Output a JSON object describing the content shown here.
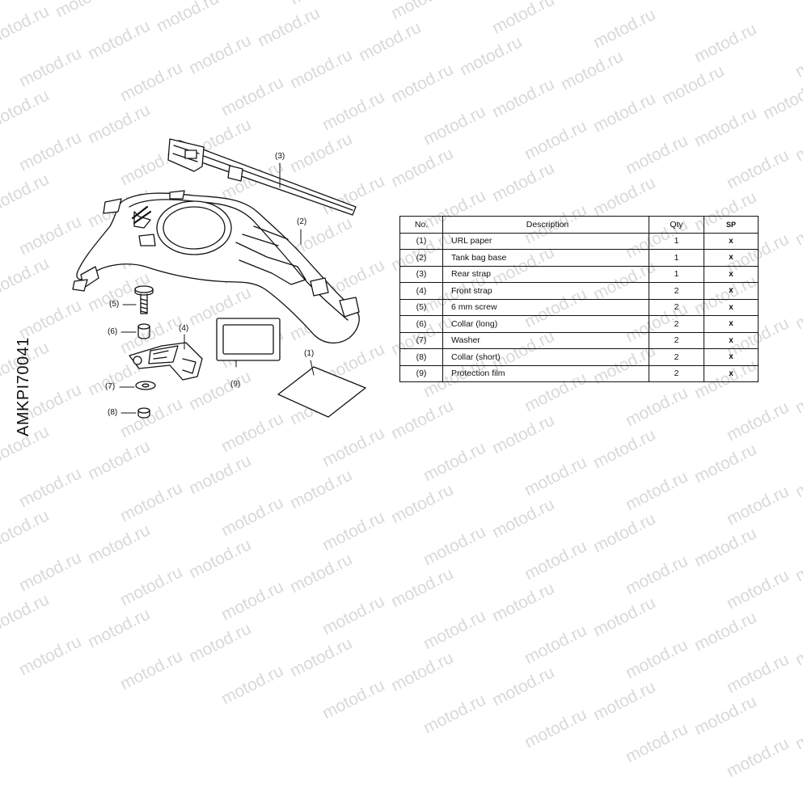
{
  "watermark": "motod.ru",
  "figure_code": "AMKPI70041",
  "callouts": {
    "c1": "(1)",
    "c2": "(2)",
    "c3": "(3)",
    "c4": "(4)",
    "c5": "(5)",
    "c6": "(6)",
    "c7": "(7)",
    "c8": "(8)",
    "c9": "(9)"
  },
  "table": {
    "headers": {
      "no": "No.",
      "description": "Description",
      "qty": "Qty",
      "sp": "SP"
    },
    "rows": [
      {
        "no": "(1)",
        "description": "URL paper",
        "qty": "1",
        "sp": "x"
      },
      {
        "no": "(2)",
        "description": "Tank bag base",
        "qty": "1",
        "sp": "x"
      },
      {
        "no": "(3)",
        "description": "Rear strap",
        "qty": "1",
        "sp": "x"
      },
      {
        "no": "(4)",
        "description": "Front strap",
        "qty": "2",
        "sp": "x"
      },
      {
        "no": "(5)",
        "description": "6 mm screw",
        "qty": "2",
        "sp": "x"
      },
      {
        "no": "(6)",
        "description": "Collar (long)",
        "qty": "2",
        "sp": "x"
      },
      {
        "no": "(7)",
        "description": "Washer",
        "qty": "2",
        "sp": "x"
      },
      {
        "no": "(8)",
        "description": "Collar (short)",
        "qty": "2",
        "sp": "x"
      },
      {
        "no": "(9)",
        "description": "Protection film",
        "qty": "2",
        "sp": "x"
      }
    ]
  }
}
